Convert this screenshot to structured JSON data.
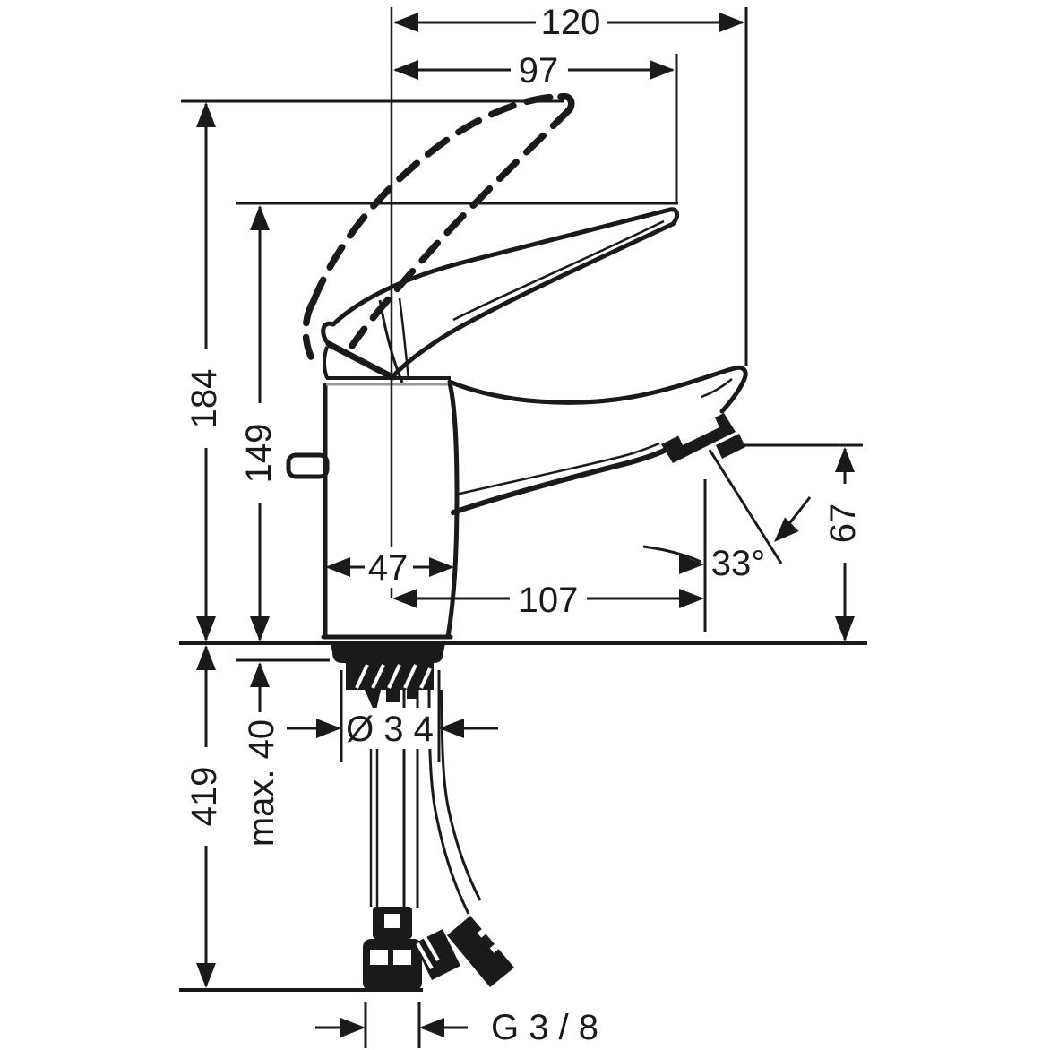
{
  "colors": {
    "ink": "#1a1a1a",
    "paper": "#ffffff",
    "seam_gray": "#999999"
  },
  "drawing": {
    "type": "technical-dimension-drawing",
    "subject": "single-lever-basin-mixer-side-view"
  },
  "dimensions": {
    "overall_projection": "120",
    "lever_projection": "97",
    "height_lever_max": "184",
    "height_lever_rest": "149",
    "spout_outlet_height": "67",
    "outlet_angle": "33°",
    "body_width": "47",
    "spout_reach": "107",
    "hole_diameter": "Ø 3 4",
    "max_mounting_depth": "max. 40",
    "hose_length": "419",
    "connection_thread": "G 3 / 8"
  }
}
